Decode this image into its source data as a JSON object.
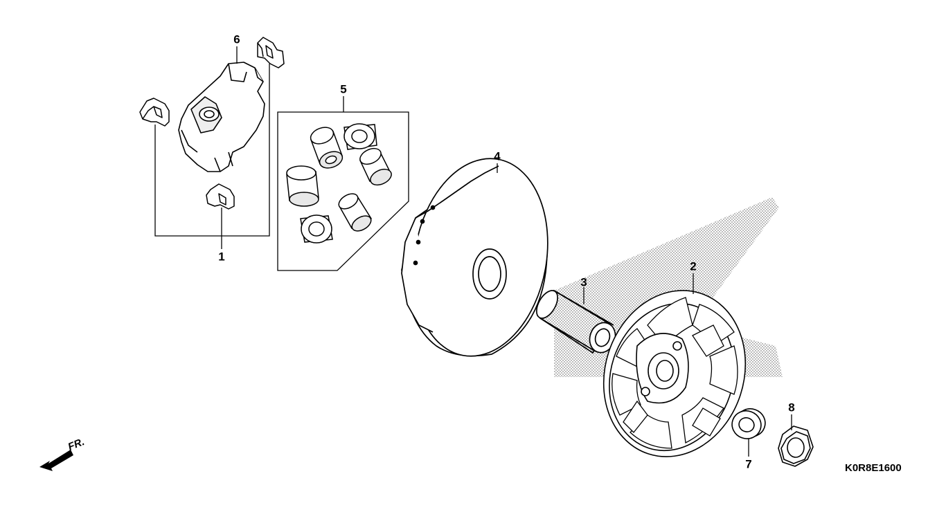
{
  "diagram_code": "K0R8E1600",
  "direction_label": "FR.",
  "callouts": [
    "1",
    "2",
    "3",
    "4",
    "5",
    "6",
    "7",
    "8"
  ],
  "icons": {
    "front_arrow": "front-direction-arrow-icon"
  },
  "colors": {
    "line": "#000000",
    "fill": "#ffffff",
    "shade": "#9a9a9a"
  }
}
